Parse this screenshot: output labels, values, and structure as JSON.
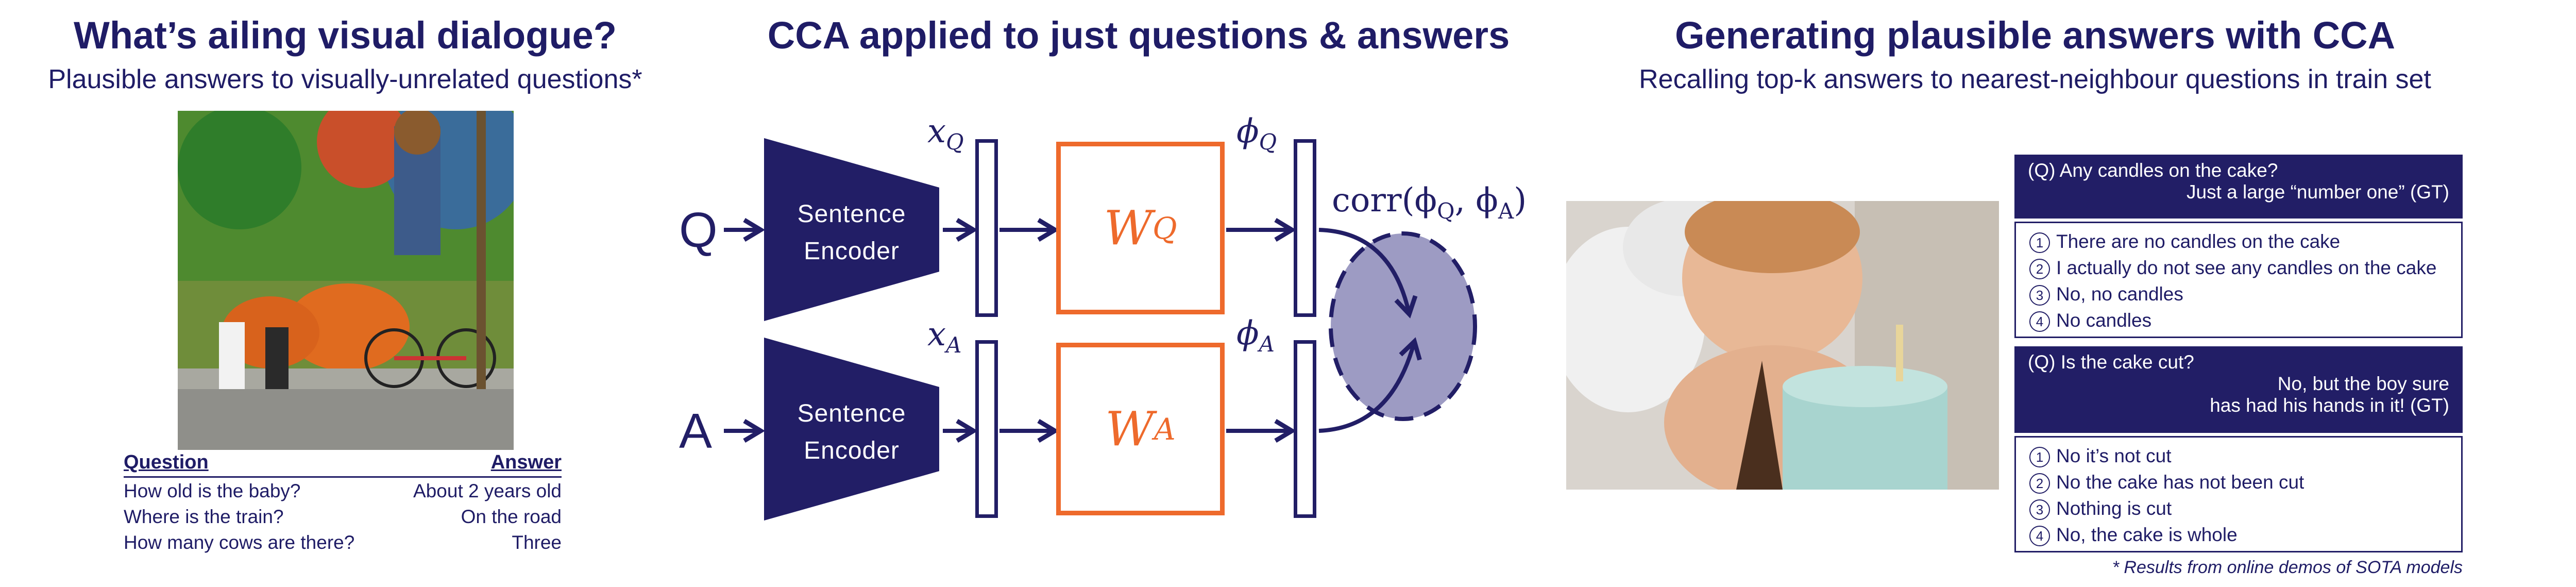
{
  "left": {
    "title": "What’s ailing visual dialogue?",
    "subtitle": "Plausible answers to visually-unrelated questions*",
    "photo": "street scene photo with colorful mural, two people sitting on curb, bicycle",
    "table": {
      "col_question": "Question",
      "col_answer": "Answer",
      "rows": [
        {
          "q": "How old is the baby?",
          "a": "About 2 years old"
        },
        {
          "q": "Where is the train?",
          "a": "On the road"
        },
        {
          "q": "How many cows are there?",
          "a": "Three"
        }
      ]
    }
  },
  "middle": {
    "title": "CCA applied to just questions & answers",
    "q_input": "Q",
    "a_input": "A",
    "encoder_line1": "Sentence",
    "encoder_line2": "Encoder",
    "xq": "x",
    "xq_sub": "Q",
    "xa": "x",
    "xa_sub": "A",
    "wq": "W",
    "wq_sub": "Q",
    "wa": "W",
    "wa_sub": "A",
    "phiq": "ϕ",
    "phiq_sub": "Q",
    "phia": "ϕ",
    "phia_sub": "A",
    "corr": "corr(ϕ",
    "corr_sub1": "Q",
    "corr_mid": ", ϕ",
    "corr_sub2": "A",
    "corr_end": ")",
    "colors": {
      "navy": "#221e66",
      "orange": "#ee6a2c",
      "ellipse": "#9d9bc3"
    }
  },
  "right": {
    "title": "Generating plausible answers with CCA",
    "subtitle": "Recalling top-k answers to nearest-neighbour questions in train set",
    "photo": "baby with cake and balloons photo",
    "q1": {
      "question": "(Q) Any candles on the cake?",
      "gt": "Just a large “number one” (GT)"
    },
    "q1_answers": [
      {
        "n": "1",
        "text": "There are no candles on the cake"
      },
      {
        "n": "2",
        "text": "I actually do not see any candles on the cake"
      },
      {
        "n": "3",
        "text": "No, no candles"
      },
      {
        "n": "4",
        "text": "No candles"
      }
    ],
    "q2": {
      "question": "(Q) Is the cake cut?",
      "gt_line1": "No, but the boy sure",
      "gt_line2": "has had his hands in it! (GT)"
    },
    "q2_answers": [
      {
        "n": "1",
        "text": "No it’s not cut"
      },
      {
        "n": "2",
        "text": "No the cake has not been cut"
      },
      {
        "n": "3",
        "text": "Nothing is cut"
      },
      {
        "n": "4",
        "text": "No, the cake is whole"
      }
    ],
    "footnote": "* Results from online demos of SOTA models"
  }
}
